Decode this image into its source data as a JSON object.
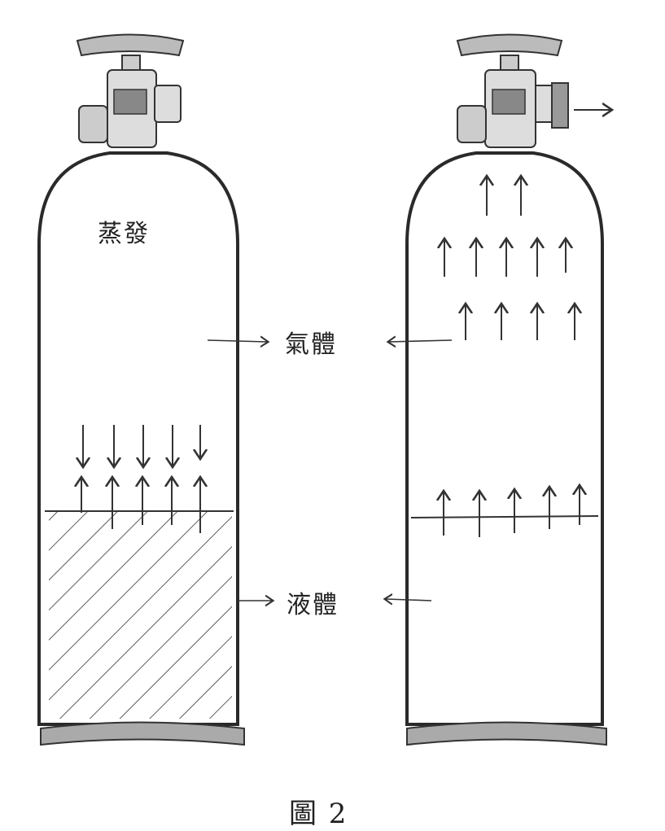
{
  "labels": {
    "evaporation": "蒸發",
    "gas": "氣體",
    "liquid": "液體",
    "caption": "圖 2"
  },
  "colors": {
    "ink": "#2a2a2a",
    "paper": "#ffffff"
  }
}
